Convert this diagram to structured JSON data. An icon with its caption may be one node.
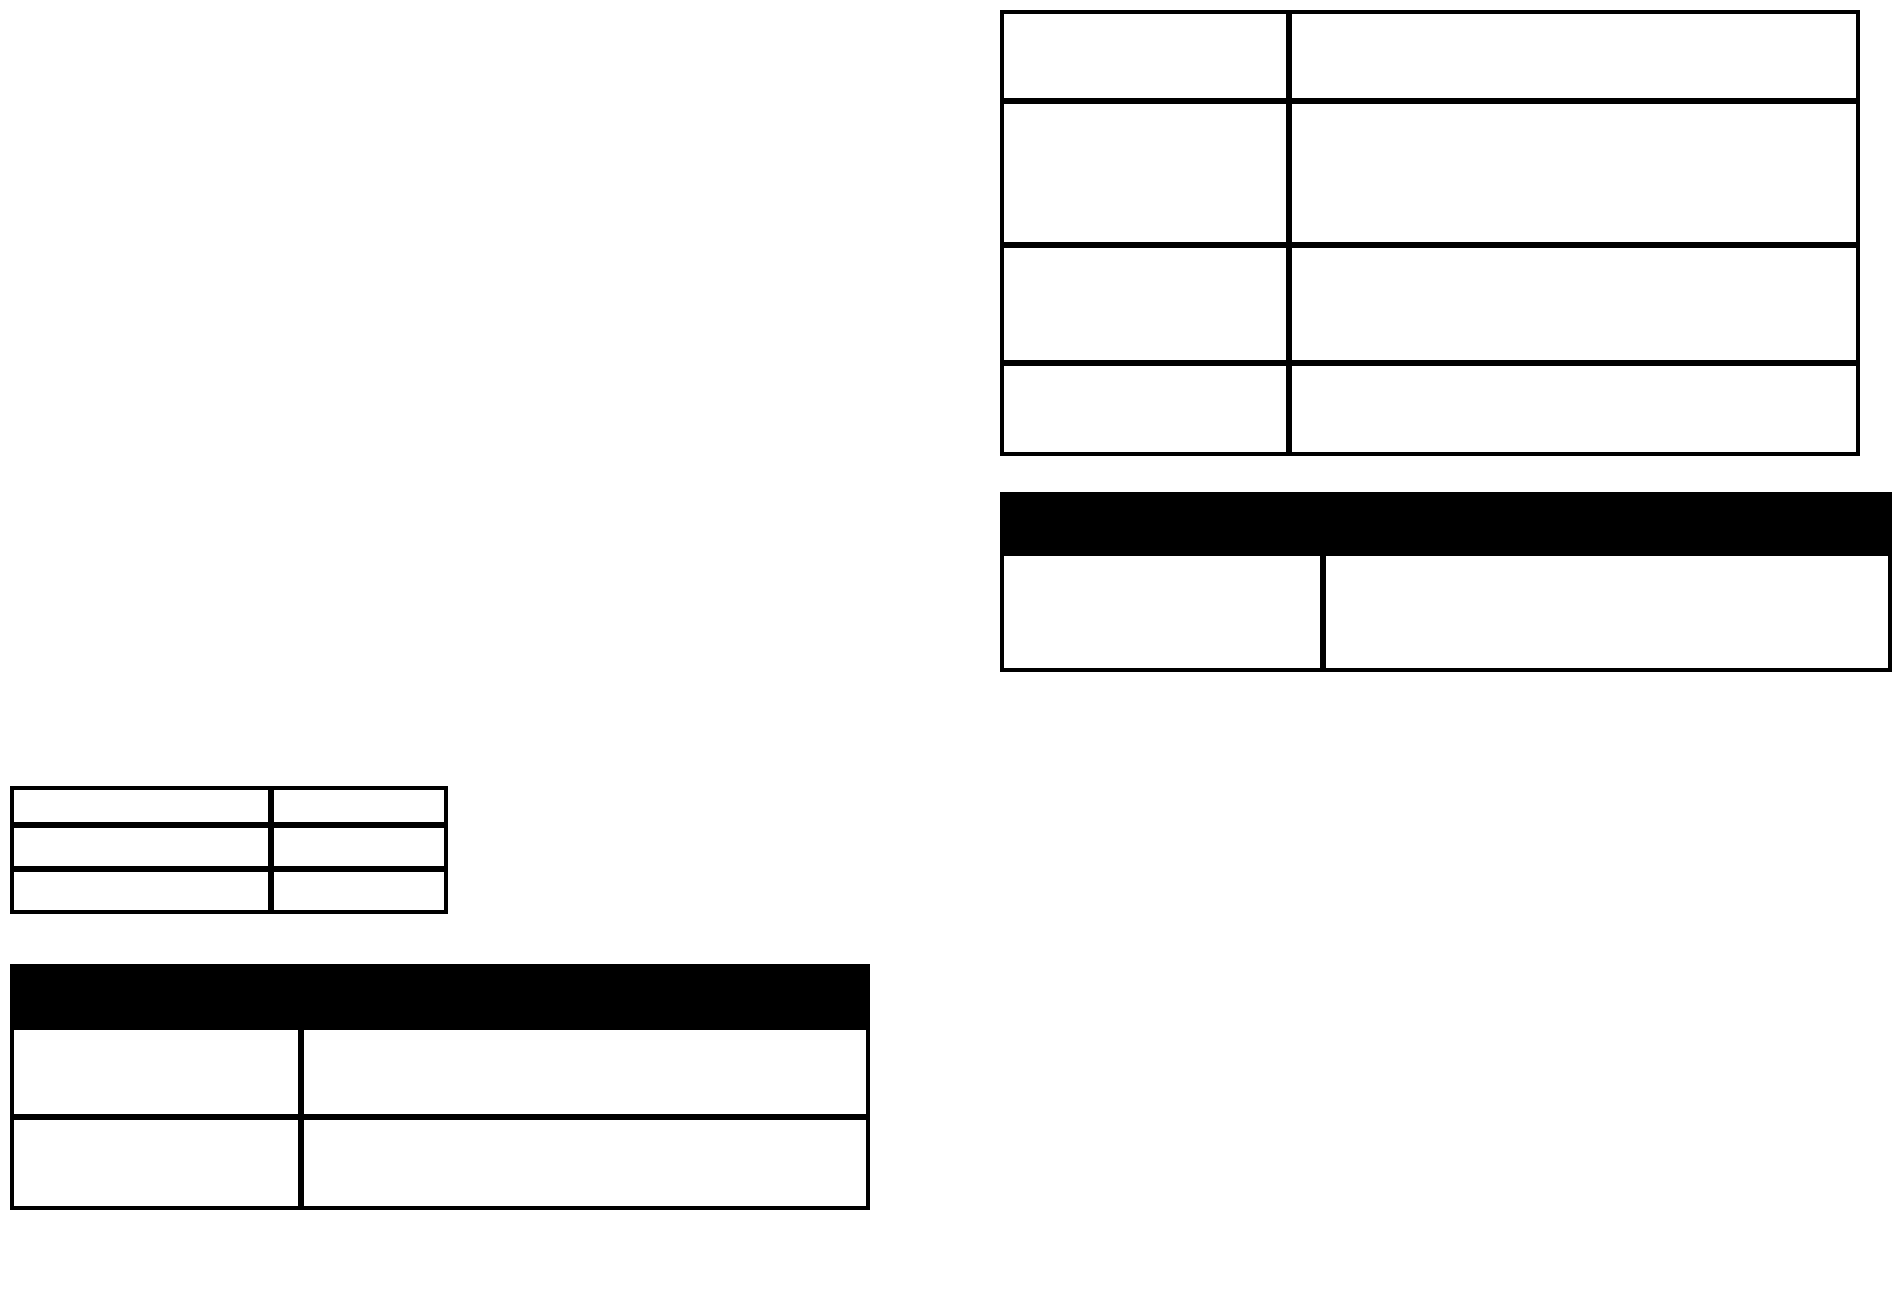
{
  "diagram": {
    "nodes": [
      {
        "text": [],
        "shape": "table"
      },
      {
        "text": [],
        "shape": "box",
        "in": 0
      },
      {
        "text": [],
        "shape": "box",
        "in": 0
      },
      {
        "text": [],
        "shape": "box",
        "in": 0
      },
      {
        "text": [],
        "shape": "box",
        "in": 0
      },
      {
        "text": [],
        "shape": "box",
        "in": 0
      },
      {
        "text": [],
        "shape": "box",
        "in": 0
      },
      {
        "text": [],
        "shape": "box",
        "in": 0
      },
      {
        "text": [],
        "shape": "box",
        "in": 0
      },
      {
        "text": [],
        "shape": "table"
      },
      {
        "text": [],
        "shape": "bar",
        "in": 9
      },
      {
        "text": [],
        "shape": "box",
        "in": 9
      },
      {
        "text": [],
        "shape": "box",
        "in": 9
      },
      {
        "text": [],
        "shape": "table"
      },
      {
        "text": [],
        "shape": "box",
        "in": 13
      },
      {
        "text": [],
        "shape": "box",
        "in": 13
      },
      {
        "text": [],
        "shape": "box",
        "in": 13
      },
      {
        "text": [],
        "shape": "box",
        "in": 13
      },
      {
        "text": [],
        "shape": "box",
        "in": 13
      },
      {
        "text": [],
        "shape": "box",
        "in": 13
      },
      {
        "text": [],
        "shape": "table"
      },
      {
        "text": [],
        "shape": "bar",
        "in": 20
      },
      {
        "text": [],
        "shape": "box",
        "in": 20
      },
      {
        "text": [],
        "shape": "box",
        "in": 20
      },
      {
        "text": [],
        "shape": "box",
        "in": 20
      },
      {
        "text": [],
        "shape": "box",
        "in": 20
      }
    ]
  }
}
